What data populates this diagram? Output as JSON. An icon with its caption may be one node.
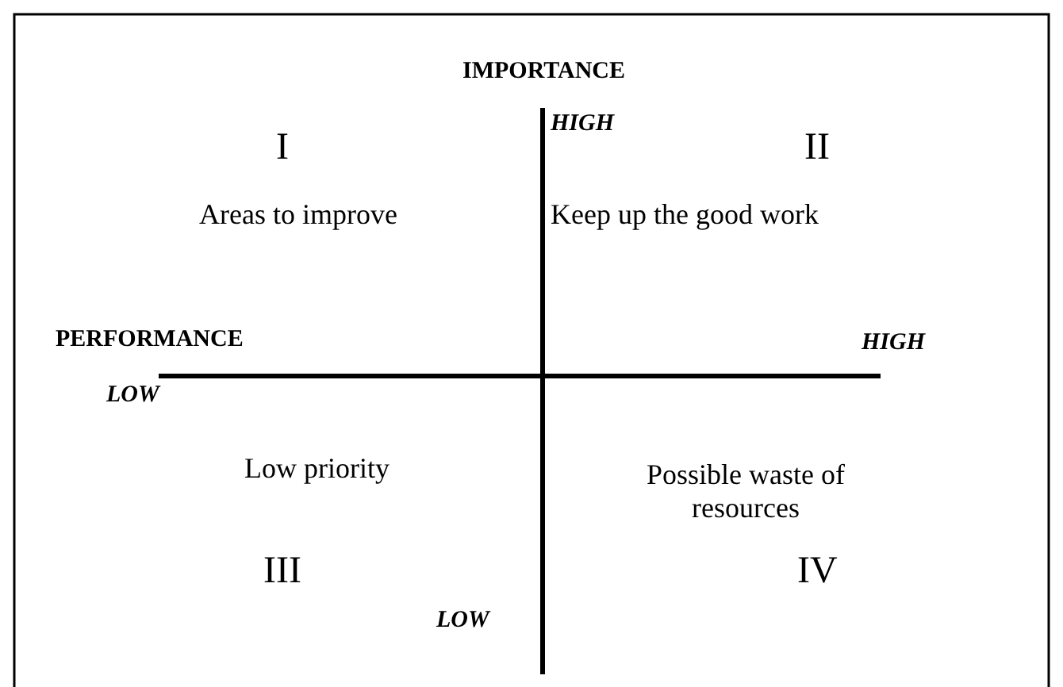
{
  "diagram": {
    "labels": [
      "IMPORTANCE",
      "HIGH",
      "I",
      "II",
      "Areas to improve",
      "Keep up the good work",
      "PERFORMANCE",
      "HIGH",
      "LOW",
      "Low priority",
      "Possible waste of resources",
      "III",
      "IV",
      "LOW"
    ]
  }
}
